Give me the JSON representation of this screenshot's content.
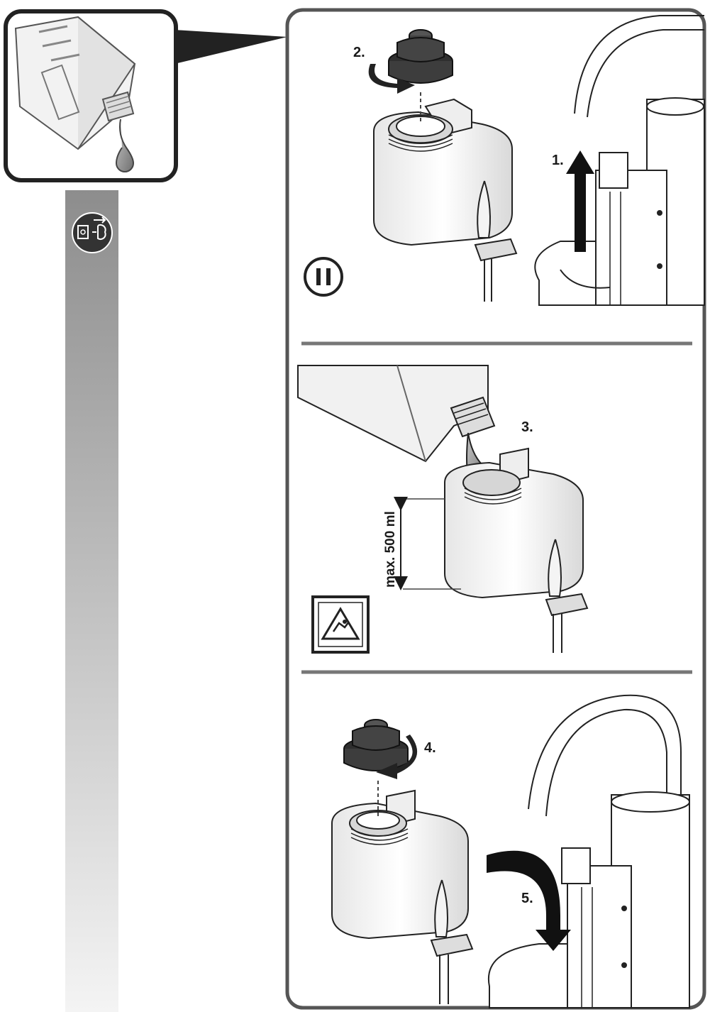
{
  "steps": {
    "s1": "1.",
    "s2": "2.",
    "s3": "3.",
    "s4": "4.",
    "s5": "5."
  },
  "capacity_label": "max. 500 ml",
  "icons": {
    "unplug": "unplug-power-icon",
    "pause": "pause-icon",
    "warning": "slip-hazard-warning-icon"
  },
  "colors": {
    "frame": "#555555",
    "ink": "#1a1a1a",
    "cap": "#3d3d3d",
    "divider": "#777777",
    "sidebar_top": "#8d8d8d",
    "sidebar_bottom": "#f4f4f4"
  }
}
